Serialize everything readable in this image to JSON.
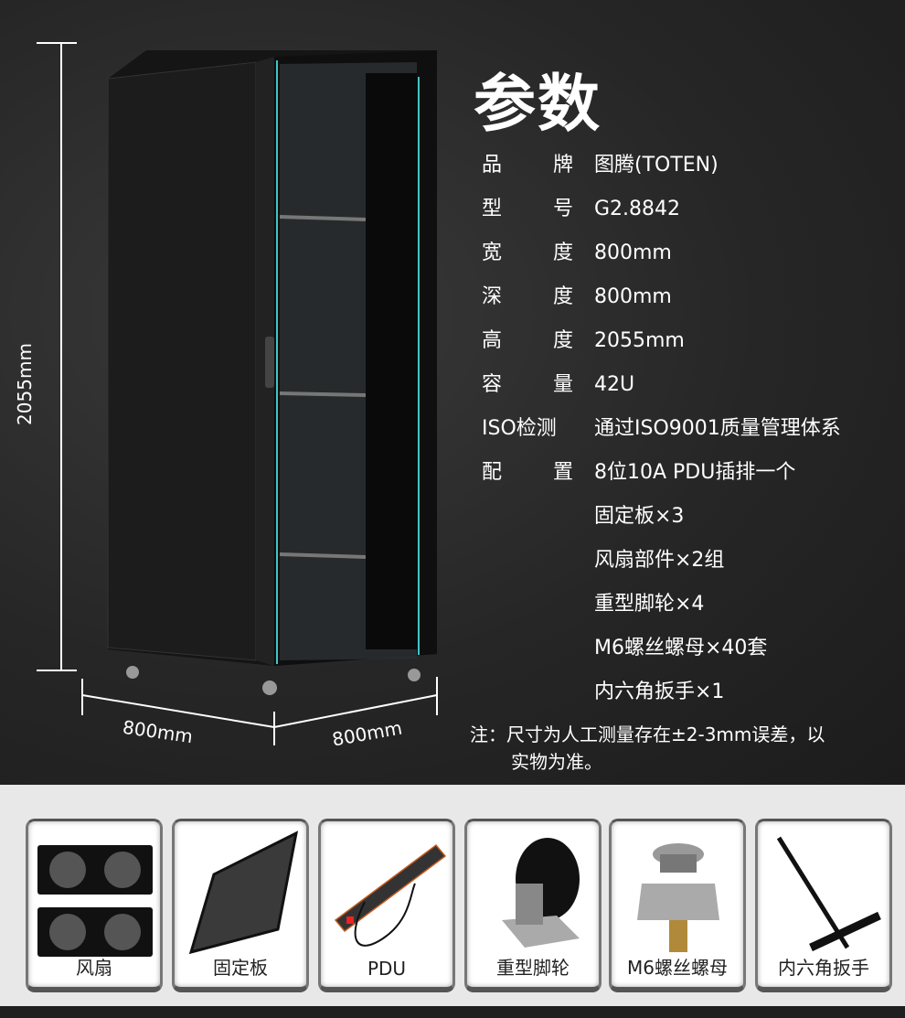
{
  "title": "参数",
  "dimensions": {
    "height": "2055mm",
    "width": "800mm",
    "depth": "800mm"
  },
  "specs": [
    {
      "label": [
        "品",
        "牌"
      ],
      "value": "图腾(TOTEN)"
    },
    {
      "label": [
        "型",
        "号"
      ],
      "value": "G2.8842"
    },
    {
      "label": [
        "宽",
        "度"
      ],
      "value": "800mm"
    },
    {
      "label": [
        "深",
        "度"
      ],
      "value": "800mm"
    },
    {
      "label": [
        "高",
        "度"
      ],
      "value": "2055mm"
    },
    {
      "label": [
        "容",
        "量"
      ],
      "value": "42U"
    },
    {
      "label": [
        "ISO检测"
      ],
      "value": "通过ISO9001质量管理体系"
    },
    {
      "label": [
        "配",
        "置"
      ],
      "value": "8位10A  PDU插排一个"
    }
  ],
  "config_extra": [
    "固定板×3",
    "风扇部件×2组",
    "重型脚轮×4",
    "M6螺丝螺母×40套",
    "内六角扳手×1"
  ],
  "note": {
    "line1": "注：尺寸为人工测量存在±2-3mm误差，以",
    "line2": "实物为准。"
  },
  "accessories": [
    "风扇",
    "固定板",
    "PDU",
    "重型脚轮",
    "M6螺丝螺母",
    "内六角扳手"
  ]
}
